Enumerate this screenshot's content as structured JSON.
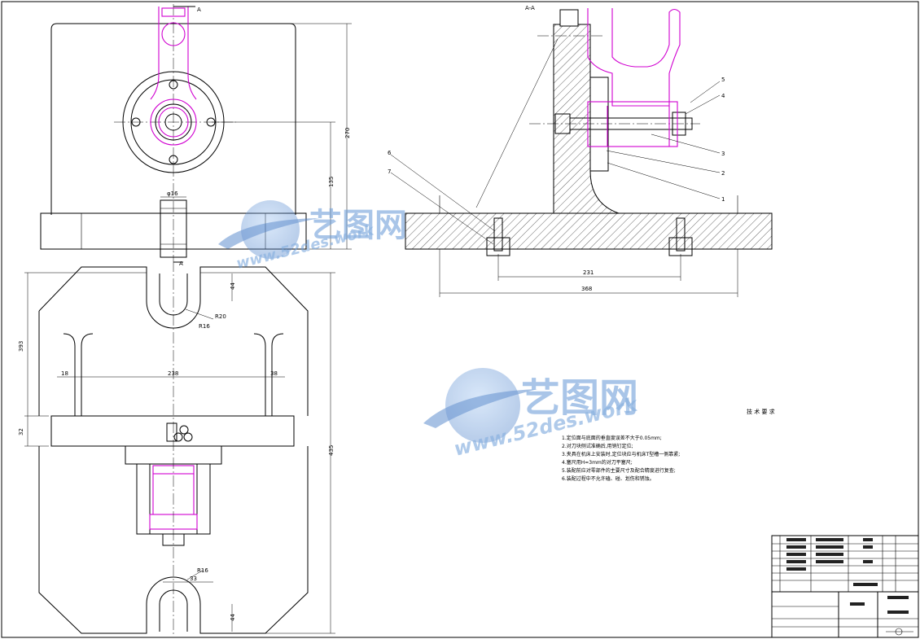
{
  "drawing": {
    "section_mark": "A",
    "section_view_label": "A-A",
    "part_numbers": [
      "1",
      "2",
      "3",
      "4",
      "5",
      "6",
      "7"
    ],
    "technical_requirements_title": "技 术 要 求",
    "technical_requirements": [
      "1.定位面与底面的垂直度误差不大于0.05mm;",
      "2.对刀块侧试准确后,用销钉定位;",
      "3.夹具在机床上安装时,定位块应与机床T型槽一侧靠紧;",
      "4.塞尺用H=3mm的对刀平塞尺;",
      "5.装配前应对零部件的主要尺寸及配合精度进行复查;",
      "6.装配过程中不允许磕、碰、划伤和锈蚀。"
    ],
    "dimensions": {
      "top_height": "270",
      "top_center": "135",
      "pin_dia": "φ16",
      "slot_radius_upper": "R16",
      "slot_dim_upper": "R20",
      "slot_depth_top": "44",
      "slot_radius_lower": "R16",
      "slot_width_lower": "33",
      "slot_depth_bottom": "44",
      "left_height": "393",
      "left_small": "32",
      "left_total": "435",
      "span_left": "18",
      "span_mid": "238",
      "span_right": "38",
      "section_inner": "231",
      "section_total": "368"
    }
  },
  "watermark": {
    "brand": "艺图网",
    "url": "www.52des.work",
    "color": "#6f9fd8"
  }
}
